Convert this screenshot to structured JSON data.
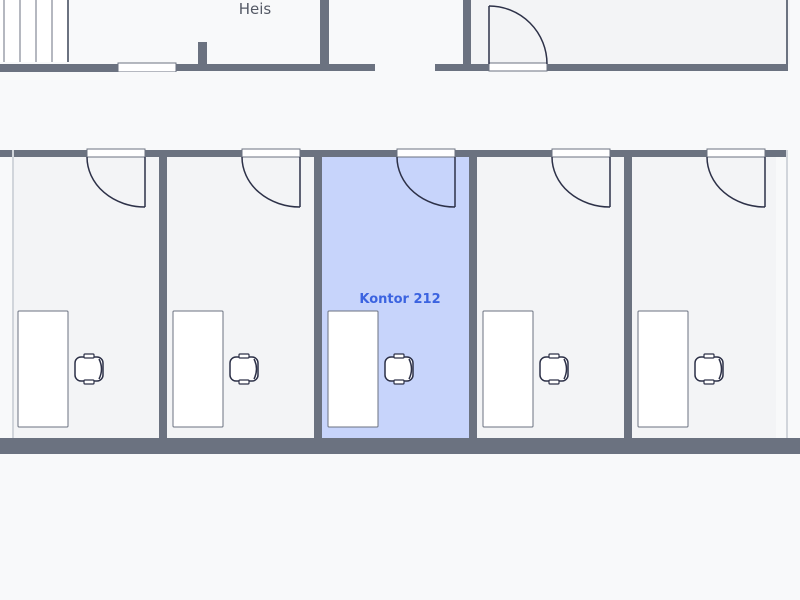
{
  "labels": {
    "elevator": "Heis",
    "selected_office": "Kontor 212"
  },
  "colors": {
    "background": "#f8f9fa",
    "wall": "#6b7280",
    "room_fill": "#f3f4f6",
    "selected_fill": "#c7d4fb",
    "selected_label": "#3b63e0",
    "line": "#2d3148",
    "elevator_label": "#555a66"
  },
  "offices": [
    {
      "id": "office-1",
      "selected": false
    },
    {
      "id": "office-2",
      "selected": false
    },
    {
      "id": "office-212",
      "selected": true
    },
    {
      "id": "office-4",
      "selected": false
    },
    {
      "id": "office-5",
      "selected": false
    }
  ]
}
